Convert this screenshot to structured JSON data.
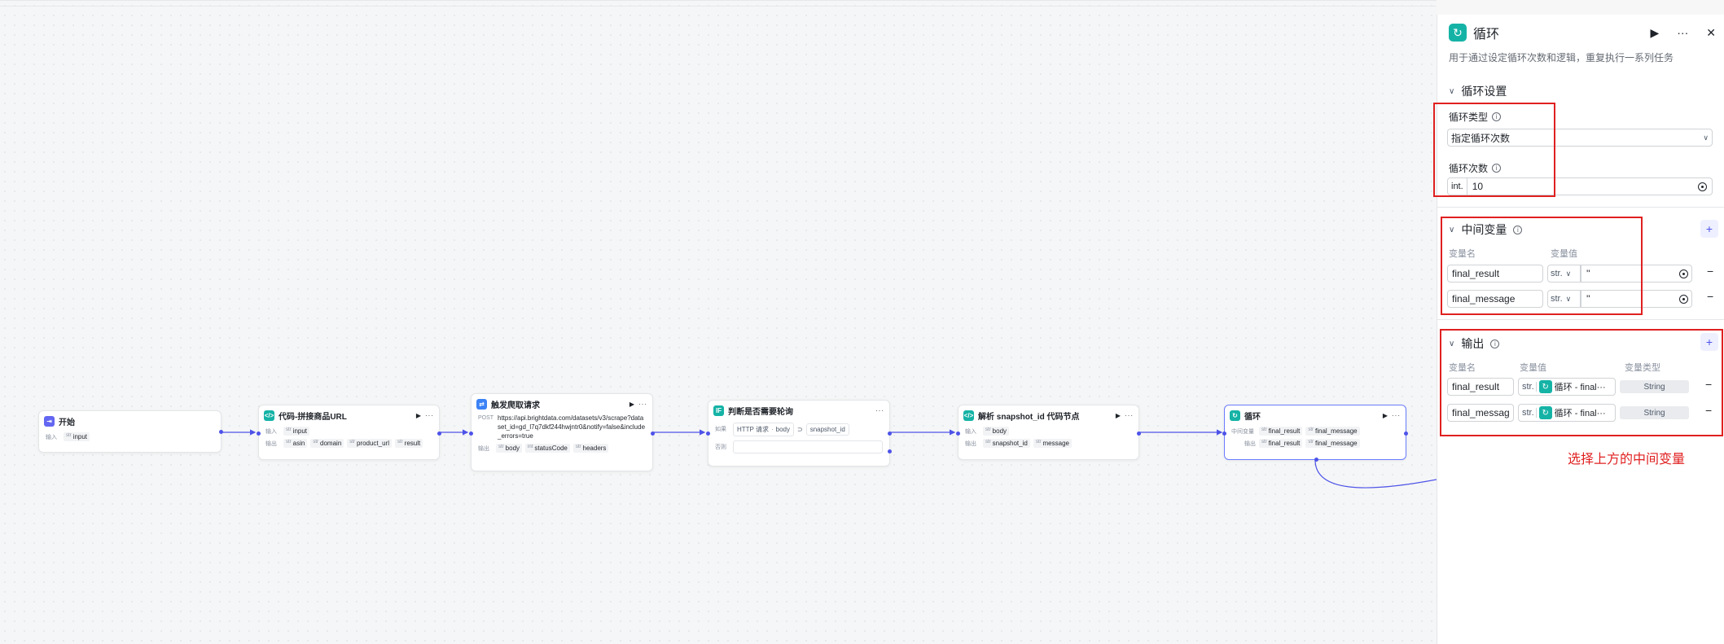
{
  "canvas": {
    "nodes": {
      "start": {
        "title": "开始",
        "input_label": "输入",
        "inputs": [
          {
            "type": "str",
            "name": "input"
          }
        ]
      },
      "code_url": {
        "title": "代码-拼接商品URL",
        "input_label": "输入",
        "output_label": "输出",
        "inputs": [
          {
            "type": "str",
            "name": "input"
          }
        ],
        "outputs": [
          {
            "type": "str",
            "name": "asin"
          },
          {
            "type": "str",
            "name": "domain"
          },
          {
            "type": "str",
            "name": "product_url"
          },
          {
            "type": "str",
            "name": "result"
          }
        ]
      },
      "http": {
        "title": "触发爬取请求",
        "method": "POST",
        "url": "https://api.brightdata.com/datasets/v3/scrape?dataset_id=gd_l7q7dkf244hwjntr0&notify=false&include_errors=true",
        "output_label": "输出",
        "outputs": [
          {
            "type": "str",
            "name": "body"
          },
          {
            "type": "int",
            "name": "statusCode"
          },
          {
            "type": "str",
            "name": "headers"
          }
        ]
      },
      "condition": {
        "title": "判断是否需要轮询",
        "if_label": "如果",
        "else_label": "否则",
        "left": "HTTP 请求",
        "left_field": "body",
        "op": "⊃",
        "right": "snapshot_id"
      },
      "parse": {
        "title": "解析 snapshot_id 代码节点",
        "input_label": "输入",
        "output_label": "输出",
        "inputs": [
          {
            "type": "str",
            "name": "body"
          }
        ],
        "outputs": [
          {
            "type": "str",
            "name": "snapshot_id"
          },
          {
            "type": "str",
            "name": "message"
          }
        ]
      },
      "loop": {
        "title": "循环",
        "mid_label": "中间变量",
        "output_label": "输出",
        "mids": [
          {
            "type": "str",
            "name": "final_result"
          },
          {
            "type": "str",
            "name": "final_message"
          }
        ],
        "outputs": [
          {
            "type": "str",
            "name": "final_result"
          },
          {
            "type": "str",
            "name": "final_message"
          }
        ]
      }
    },
    "node_icons": {
      "start": "start-icon",
      "code": "code-icon",
      "http": "http-icon",
      "if": "if-icon",
      "loop": "loop-icon"
    },
    "if_icon_text": "IF",
    "run_glyph": "▶",
    "more_glyph": "···"
  },
  "panel": {
    "title": "循环",
    "description": "用于通过设定循环次数和逻辑，重复执行一系列任务",
    "run_glyph": "▶",
    "more_glyph": "···",
    "close_glyph": "✕",
    "section_loop": {
      "title": "循环设置",
      "type_label": "循环类型",
      "type_value": "指定循环次数",
      "count_label": "循环次数",
      "count_type": "int.",
      "count_value": "10"
    },
    "section_mid": {
      "title": "中间变量",
      "col_name": "变量名",
      "col_value": "变量值",
      "rows": [
        {
          "name": "final_result",
          "type": "str.",
          "value": "''"
        },
        {
          "name": "final_message",
          "type": "str.",
          "value": "''"
        }
      ]
    },
    "section_output": {
      "title": "输出",
      "col_name": "变量名",
      "col_value": "变量值",
      "col_type": "变量类型",
      "rows": [
        {
          "name": "final_result",
          "type": "str.",
          "ref": "循环 - final_result",
          "ref_display": "循环 - final···",
          "var_type": "String"
        },
        {
          "name": "final_messag",
          "type": "str.",
          "ref": "循环 - final_message",
          "ref_display": "循环 - final···",
          "var_type": "String"
        }
      ]
    },
    "annotation": "选择上方的中间变量"
  },
  "colors": {
    "accent": "#4d53e8",
    "teal": "#15b3a6",
    "annotation_red": "#e02020"
  }
}
